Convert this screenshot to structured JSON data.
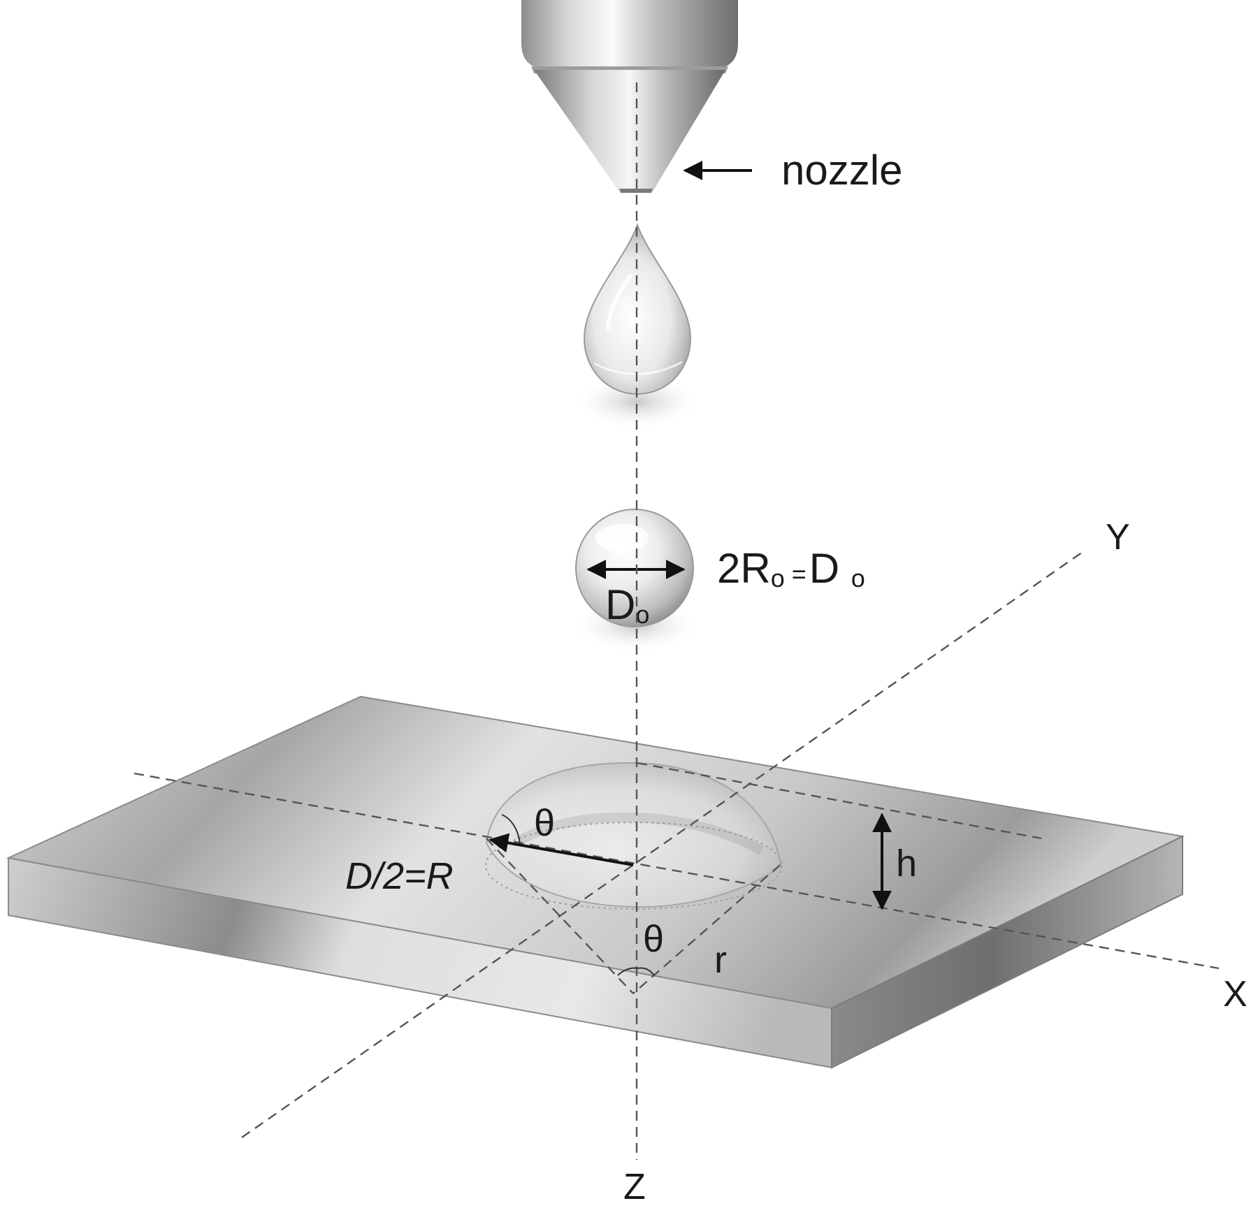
{
  "labels": {
    "nozzle": "nozzle",
    "axis_x": "X",
    "axis_y": "Y",
    "axis_z": "Z",
    "droplet_relation_prefix": "2R",
    "droplet_relation_sub1": "o",
    "droplet_relation_mid": " = D",
    "droplet_relation_sub2": "o",
    "droplet_diameter": "D",
    "droplet_diameter_sub": "o",
    "theta_top": "θ",
    "theta_bottom": "θ",
    "radius_relation": "D/2=R",
    "height": "h",
    "sphere_radius": "r"
  },
  "colors": {
    "ink": "#111111",
    "guide": "#555555",
    "metal_light": "#eeeeee",
    "metal_dark": "#8a8a8a"
  },
  "icons": {
    "nozzle": "nozzle-icon",
    "falling_drop": "teardrop-icon",
    "spherical_drop": "sphere-droplet-icon",
    "substrate": "substrate-plate-icon"
  }
}
